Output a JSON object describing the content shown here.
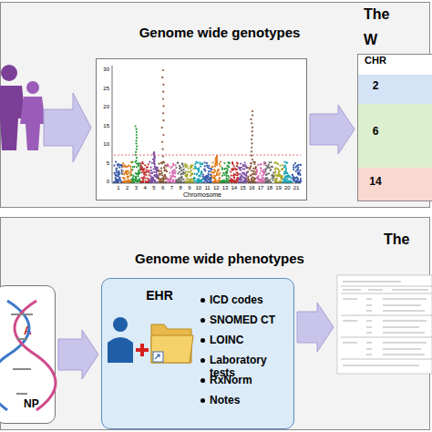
{
  "diagram": {
    "nodes": [
      {
        "text": [
          "Genome wide genotypes"
        ]
      },
      {
        "text": [
          "Chromosome"
        ],
        "in": 0
      },
      {
        "text": [
          "The W"
        ],
        "in": 0
      },
      {
        "text": [
          "Genome wide phenotypes"
        ]
      },
      {
        "text": [
          "A",
          "NP"
        ],
        "in": 3
      },
      {
        "text": [
          "EHR",
          "ICD codes",
          "SNOMED CT",
          "LOINC",
          "Laboratory tests",
          "RxNorm",
          "Notes"
        ],
        "in": 3
      },
      {
        "text": [
          "The"
        ],
        "in": 3
      }
    ],
    "edges": [
      {
        "from": 1,
        "to": 2,
        "arrow": "to"
      },
      {
        "from": 4,
        "to": 5,
        "arrow": "to"
      },
      {
        "from": 5,
        "to": 6,
        "arrow": "to"
      }
    ],
    "labels": [
      "1",
      "2",
      "3",
      "4",
      "5",
      "6",
      "7",
      "8",
      "9",
      "10",
      "11",
      "12",
      "13",
      "14",
      "15",
      "16",
      "17",
      "18",
      "19",
      "20",
      "21",
      "0",
      "5",
      "10",
      "15",
      "20",
      "25",
      "30",
      "CHR",
      "2",
      "6",
      "14"
    ]
  }
}
